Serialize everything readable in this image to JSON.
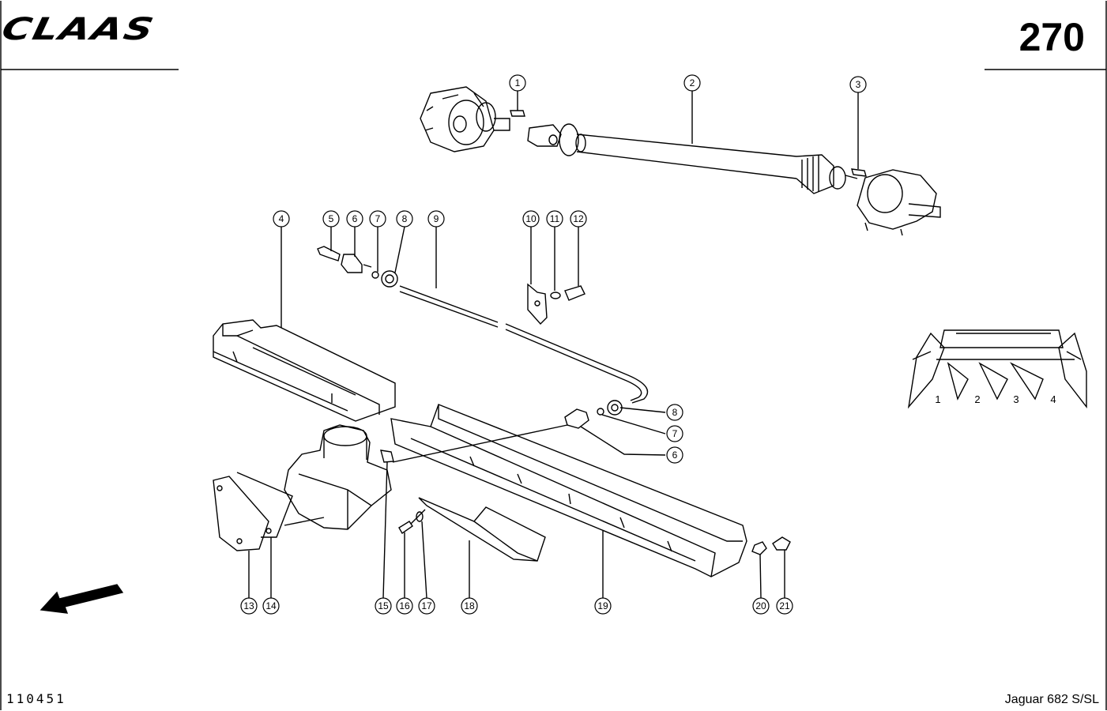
{
  "header": {
    "brand": "CLAAS",
    "page_number": "270"
  },
  "footer": {
    "reference": "110451",
    "model": "Jaguar 682 S/SL"
  },
  "callouts": [
    "1",
    "2",
    "3",
    "4",
    "5",
    "6",
    "7",
    "8",
    "9",
    "10",
    "11",
    "12",
    "6",
    "7",
    "8",
    "13",
    "14",
    "15",
    "16",
    "17",
    "18",
    "19",
    "20",
    "21"
  ],
  "inset_labels": [
    "1",
    "2",
    "3",
    "4"
  ],
  "icons": {
    "direction": "arrow-left-down-icon"
  }
}
